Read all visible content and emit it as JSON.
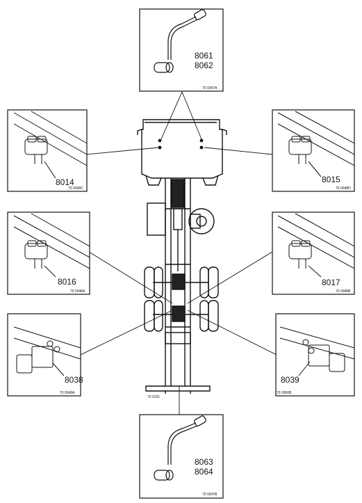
{
  "panels": {
    "top": {
      "labels": [
        "8061",
        "8062"
      ],
      "ref": "70 0047A"
    },
    "left_upper": {
      "labels": [
        "8014"
      ],
      "ref": "70 0048C"
    },
    "right_upper": {
      "labels": [
        "8015"
      ],
      "ref": "70 0048D"
    },
    "left_middle": {
      "labels": [
        "8016"
      ],
      "ref": "70 0048A"
    },
    "right_middle": {
      "labels": [
        "8017"
      ],
      "ref": "70 0048B"
    },
    "left_lower": {
      "labels": [
        "8038"
      ],
      "ref": "70 0049A"
    },
    "right_lower": {
      "labels": [
        "8039"
      ],
      "ref": "70 0050B"
    },
    "bottom": {
      "labels": [
        "8063",
        "8064"
      ],
      "ref": "70 0047B"
    }
  },
  "chassis": {
    "ref": "70 0191"
  }
}
